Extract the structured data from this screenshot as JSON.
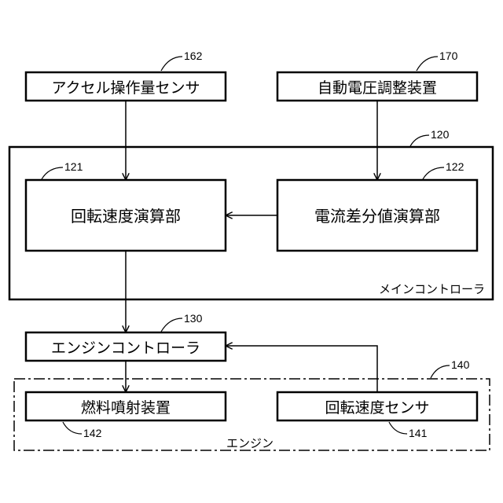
{
  "blocks": {
    "accel_sensor": {
      "label": "アクセル操作量センサ",
      "ref": "162"
    },
    "auto_voltage": {
      "label": "自動電圧調整装置",
      "ref": "170"
    },
    "rpm_calc": {
      "label": "回転速度演算部",
      "ref": "121"
    },
    "current_diff": {
      "label": "電流差分値演算部",
      "ref": "122"
    },
    "engine_controller": {
      "label": "エンジンコントローラ",
      "ref": "130"
    },
    "fuel_injector": {
      "label": "燃料噴射装置",
      "ref": "142"
    },
    "rpm_sensor": {
      "label": "回転速度センサ",
      "ref": "141"
    }
  },
  "groups": {
    "main_controller": {
      "label": "メインコントローラ",
      "ref": "120"
    },
    "engine": {
      "label": "エンジン",
      "ref": "140"
    }
  },
  "connections": [
    {
      "from": "accel_sensor",
      "to": "rpm_calc"
    },
    {
      "from": "auto_voltage",
      "to": "current_diff"
    },
    {
      "from": "current_diff",
      "to": "rpm_calc"
    },
    {
      "from": "rpm_calc",
      "to": "engine_controller"
    },
    {
      "from": "engine_controller",
      "to": "fuel_injector"
    },
    {
      "from": "rpm_sensor",
      "to": "engine_controller"
    }
  ]
}
